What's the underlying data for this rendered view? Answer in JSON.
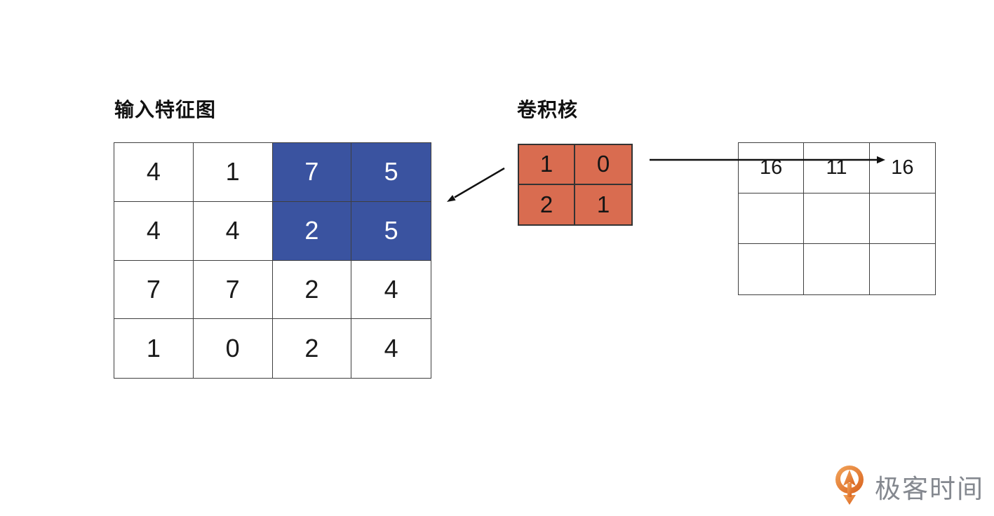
{
  "colors": {
    "highlight-blue": "#3A53A0",
    "kernel-orange": "#D96C50",
    "grid-line": "#3f3f3f",
    "arrow-black": "#111111",
    "logo-gray": "#84888F"
  },
  "input_map": {
    "label": "输入特征图",
    "rows": [
      [
        "4",
        "1",
        "7",
        "5"
      ],
      [
        "4",
        "4",
        "2",
        "5"
      ],
      [
        "7",
        "7",
        "2",
        "4"
      ],
      [
        "1",
        "0",
        "2",
        "4"
      ]
    ],
    "highlighted_cells": [
      [
        0,
        2
      ],
      [
        0,
        3
      ],
      [
        1,
        2
      ],
      [
        1,
        3
      ]
    ]
  },
  "kernel": {
    "label": "卷积核",
    "rows": [
      [
        "1",
        "0"
      ],
      [
        "2",
        "1"
      ]
    ]
  },
  "output_map": {
    "rows": [
      [
        "16",
        "11",
        "16"
      ],
      [
        "",
        "",
        ""
      ],
      [
        "",
        "",
        ""
      ]
    ]
  },
  "logo": {
    "text": "极客时间",
    "icon": "geektime-q-arrow-icon"
  }
}
